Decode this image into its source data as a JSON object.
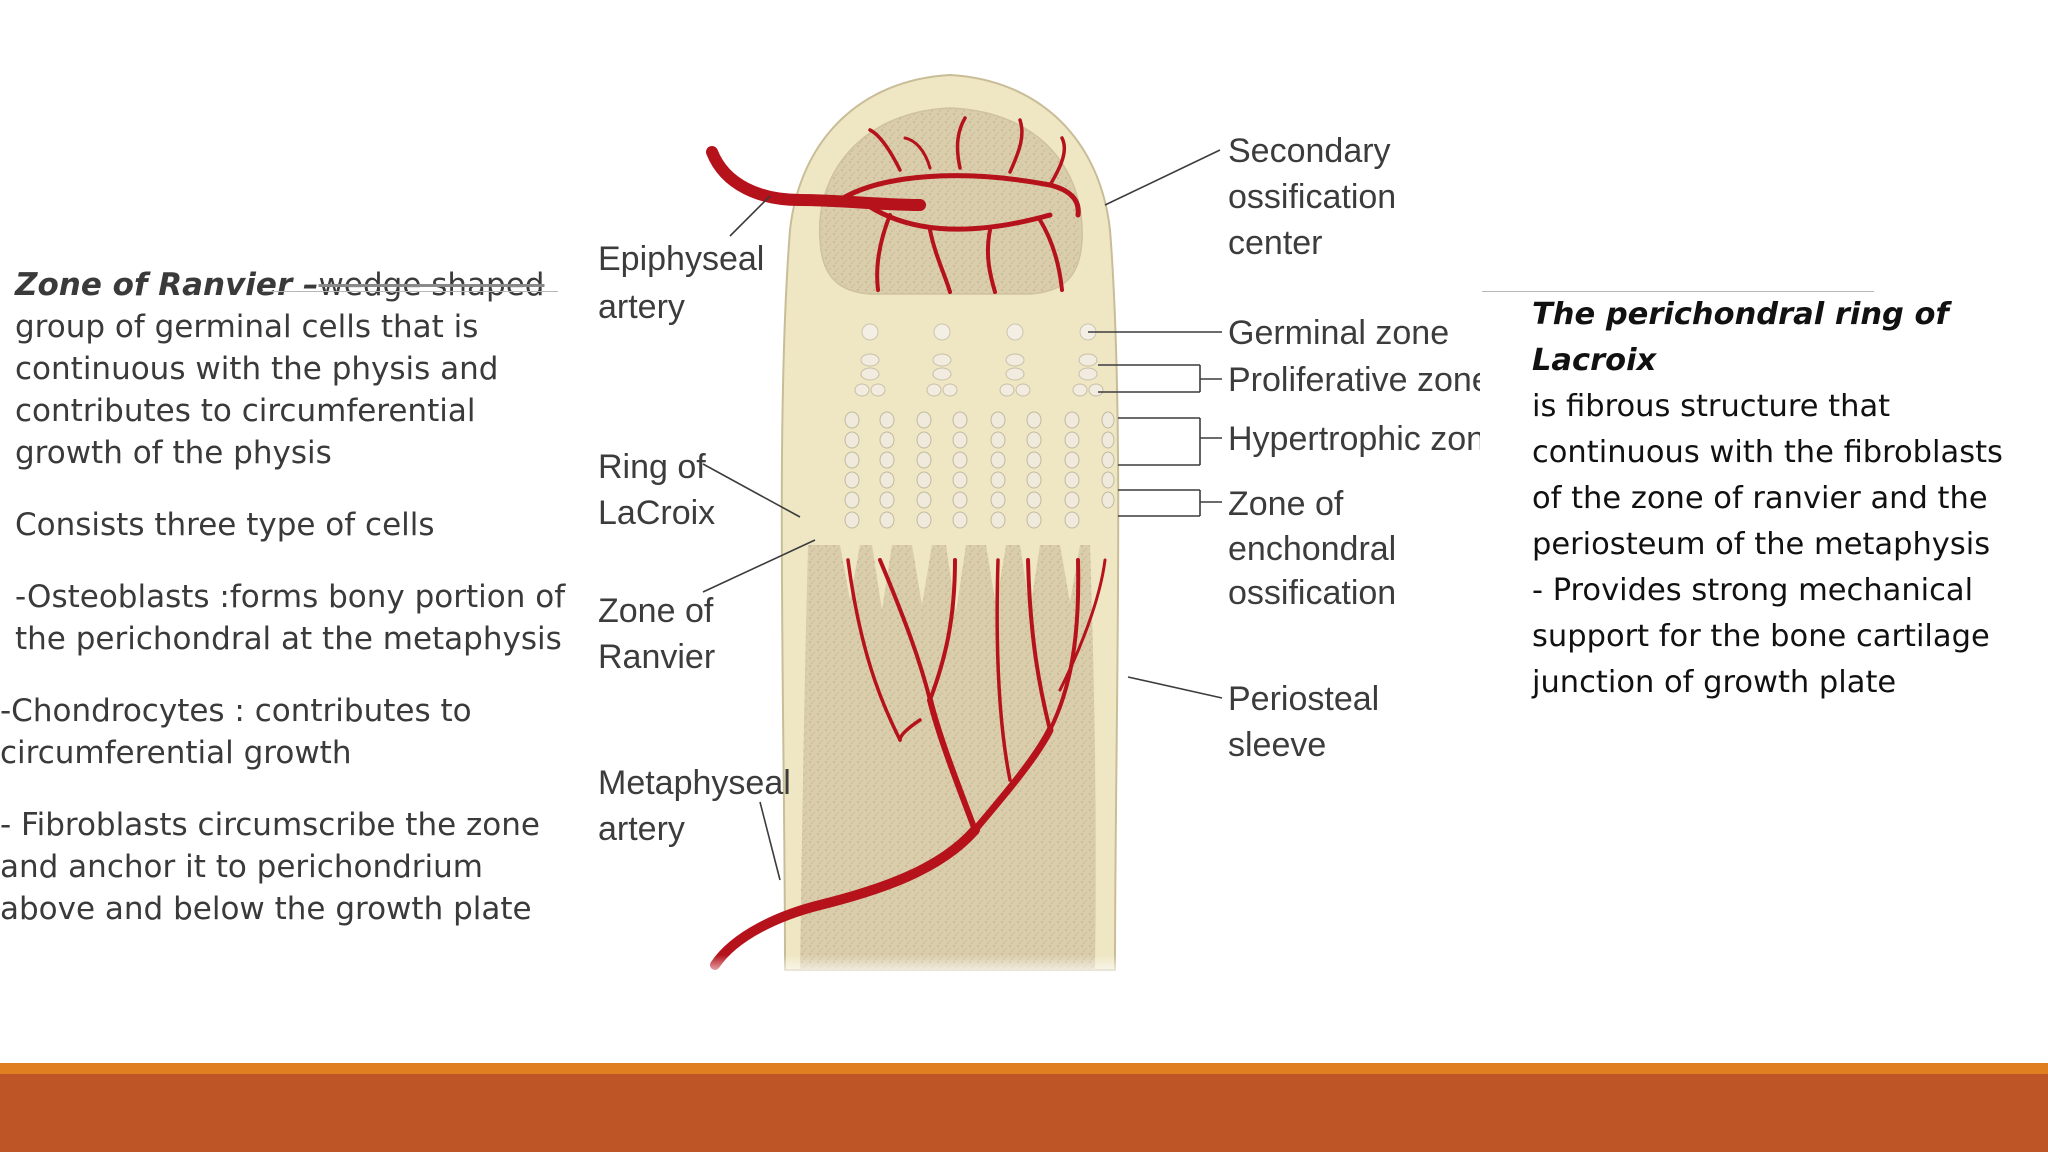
{
  "left": {
    "ranvier_title": "Zone of Ranvier –",
    "ranvier_struck": "wedge shaped",
    "ranvier_desc": "group of germinal cells  that is continuous with the physis and contributes to circumferential growth of the physis",
    "consists": "Consists three type of cells",
    "osteoblasts": "-Osteoblasts :forms bony portion of the perichondral at the metaphysis",
    "chondrocytes": " -Chondrocytes : contributes to circumferential growth",
    "fibroblasts": " - Fibroblasts circumscribe the zone and anchor it to perichondrium above and below the growth plate"
  },
  "right": {
    "title": "The perichondral ring of Lacroix",
    "lines": [
      "is fibrous structure that",
      "continuous with the fibroblasts",
      "of the zone of ranvier and the",
      "periosteum of the metaphysis",
      "- Provides strong mechanical",
      "support for the bone cartilage",
      "junction of growth plate"
    ]
  },
  "diagram": {
    "labels_left": {
      "epiphyseal": [
        "Epiphyseal",
        "artery"
      ],
      "ring": [
        "Ring of",
        "LaCroix"
      ],
      "ranvier": [
        "Zone of",
        "Ranvier"
      ],
      "metaphyseal": [
        "Metaphyseal",
        "artery"
      ]
    },
    "labels_right": {
      "secondary": [
        "Secondary",
        "ossification",
        "center"
      ],
      "germinal": "Germinal zone",
      "proliferative": "Proliferative zone",
      "hypertrophic": "Hypertrophic zone",
      "enchondral": [
        "Zone of",
        "enchondral",
        "ossification"
      ],
      "periosteal": [
        "Periosteal",
        "sleeve"
      ]
    }
  },
  "colors": {
    "footer_band": "#bd5527",
    "footer_line": "#e07f1f",
    "bone": "#efe7c4",
    "spongy": "#ddd1ad",
    "artery": "#b5121b"
  }
}
